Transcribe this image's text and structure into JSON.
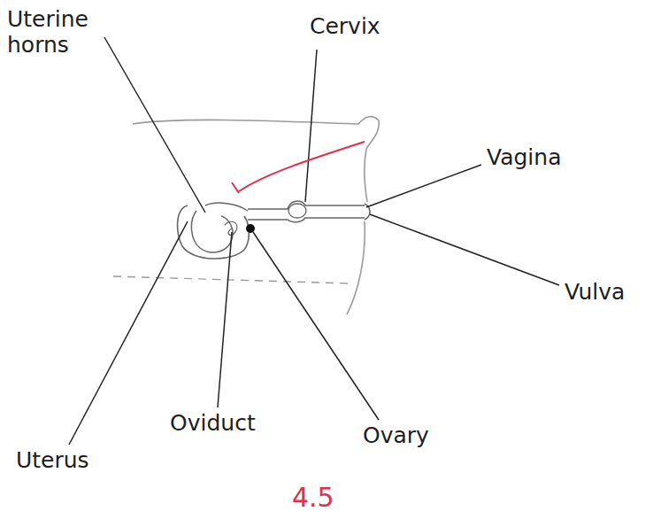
{
  "diagram": {
    "labels": [
      "Uterine horns",
      "Cervix",
      "Vagina",
      "Vulva",
      "Oviduct",
      "Ovary",
      "Uterus",
      "4.5"
    ]
  }
}
